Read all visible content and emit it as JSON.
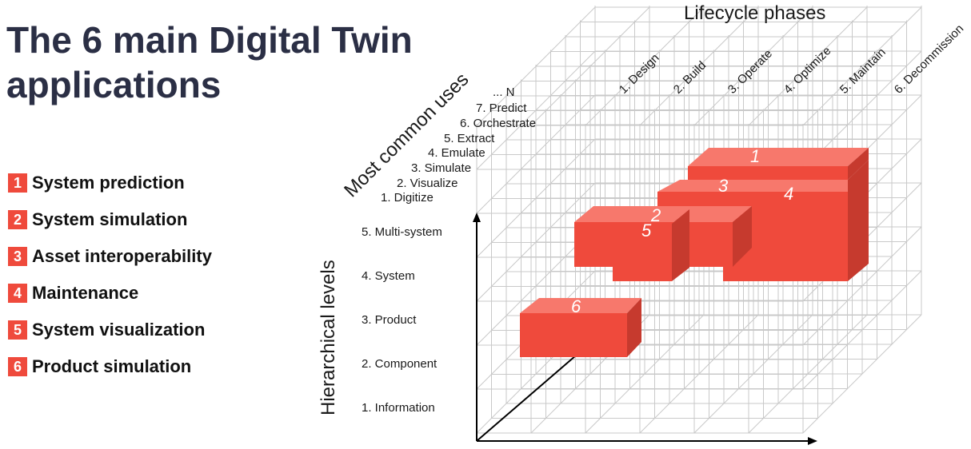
{
  "title": "The 6 main Digital Twin applications",
  "legend": [
    {
      "num": "1",
      "label": "System prediction"
    },
    {
      "num": "2",
      "label": "System simulation"
    },
    {
      "num": "3",
      "label": "Asset interoperability"
    },
    {
      "num": "4",
      "label": "Maintenance"
    },
    {
      "num": "5",
      "label": "System visualization"
    },
    {
      "num": "6",
      "label": "Product simulation"
    }
  ],
  "axes": {
    "lifecycle_title": "Lifecycle phases",
    "uses_title": "Most common uses",
    "levels_title": "Hierarchical levels"
  },
  "lifecycle_phases": [
    "1. Design",
    "2. Build",
    "3. Operate",
    "4. Optimize",
    "5. Maintain",
    "6. Decommission"
  ],
  "uses": [
    "1. Digitize",
    "2. Visualize",
    "3. Simulate",
    "4. Emulate",
    "5. Extract",
    "6. Orchestrate",
    "7. Predict",
    "... N"
  ],
  "levels": [
    "1. Information",
    "2. Component",
    "3. Product",
    "4. System",
    "5. Multi-system"
  ],
  "block_labels": [
    "1",
    "3",
    "4",
    "2",
    "5",
    "6"
  ],
  "colors": {
    "block_front": "#ef4a3c",
    "block_top": "#f7786c",
    "block_side": "#c63a2e",
    "grid": "#c9c9c9",
    "title": "#2b2f45"
  }
}
